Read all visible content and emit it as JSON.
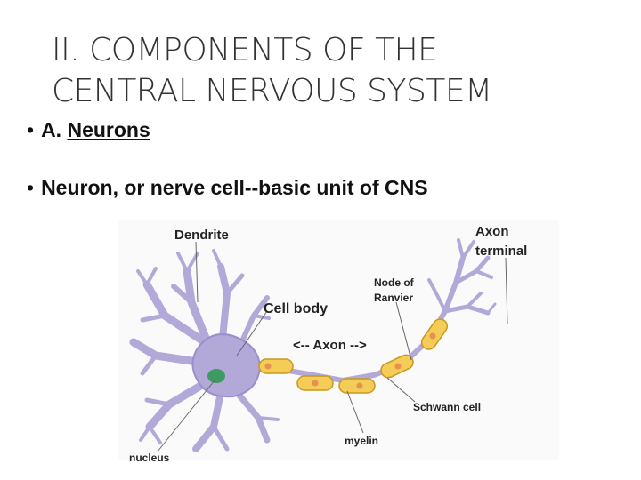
{
  "slide": {
    "title_line1": "II. COMPONENTS OF THE",
    "title_line2": "CENTRAL NERVOUS SYSTEM",
    "bullet_marker": "•",
    "bullet1_prefix": "A. ",
    "bullet1_link": "Neurons",
    "bullet2": "Neuron, or nerve cell--basic unit of CNS"
  },
  "diagram": {
    "labels": {
      "dendrite": "Dendrite",
      "axon": "Axon",
      "terminal": "terminal",
      "node_of": "Node of",
      "ranvier": "Ranvier",
      "cell_body": "Cell body",
      "axon_arrow": "<-- Axon -->",
      "schwann_cell": "Schwann cell",
      "myelin": "myelin",
      "nucleus": "nucleus"
    },
    "colors": {
      "neuron": "#b3a9d9",
      "neuron_outline": "#8a7fbf",
      "nucleus": "#3d9a62",
      "myelin": "#f4cc58",
      "myelin_outline": "#c9981e",
      "myelin_spot": "#e8914f"
    }
  }
}
